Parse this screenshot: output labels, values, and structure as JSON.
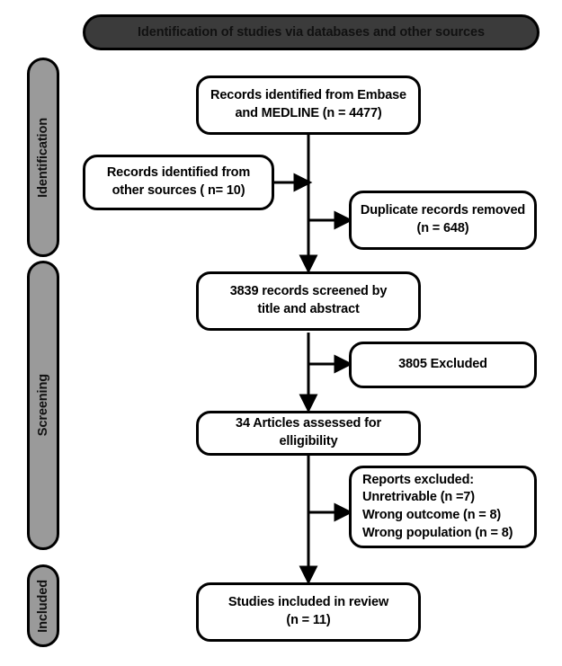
{
  "banner": {
    "label": "Identification of studies via databases and other sources",
    "bg_color": "#3b3b3b"
  },
  "stages": [
    {
      "label": "Identification"
    },
    {
      "label": "Screening"
    },
    {
      "label": "Included"
    }
  ],
  "stage_color": "#9a9a9a",
  "nodes": {
    "records_databases": {
      "line1": "Records identified from Embase",
      "line2": "and MEDLINE (n = 4477)"
    },
    "records_other": {
      "line1": "Records identified from",
      "line2": "other sources ( n= 10)"
    },
    "duplicates_removed": {
      "line1": "Duplicate records removed",
      "line2": "(n = 648)"
    },
    "records_screened": {
      "line1": "3839 records screened by",
      "line2": "title and abstract"
    },
    "excluded_screening": {
      "line1": "3805 Excluded"
    },
    "articles_assessed": {
      "line1": "34 Articles assessed for",
      "line2": "elligibility"
    },
    "reports_excluded": {
      "line1": "Reports excluded:",
      "line2": "Unretrivable (n =7)",
      "line3": "Wrong outcome (n = 8)",
      "line4": "Wrong population (n = 8)"
    },
    "studies_included": {
      "line1": "Studies included in review",
      "line2": "(n = 11)"
    }
  },
  "chart_data": {
    "type": "diagram",
    "title": "Identification of studies via databases and other sources",
    "diagram_kind": "PRISMA flow diagram",
    "stages": [
      "Identification",
      "Screening",
      "Included"
    ],
    "steps": [
      {
        "stage": "Identification",
        "label": "Records identified from Embase and MEDLINE",
        "n": 4477
      },
      {
        "stage": "Identification",
        "label": "Records identified from other sources",
        "n": 10
      },
      {
        "stage": "Identification",
        "label": "Duplicate records removed",
        "n": 648
      },
      {
        "stage": "Screening",
        "label": "records screened by title and abstract",
        "n": 3839
      },
      {
        "stage": "Screening",
        "label": "Excluded",
        "n": 3805
      },
      {
        "stage": "Screening",
        "label": "Articles assessed for elligibility",
        "n": 34
      },
      {
        "stage": "Screening",
        "label": "Reports excluded: Unretrivable",
        "n": 7
      },
      {
        "stage": "Screening",
        "label": "Reports excluded: Wrong outcome",
        "n": 8
      },
      {
        "stage": "Screening",
        "label": "Reports excluded: Wrong population",
        "n": 8
      },
      {
        "stage": "Included",
        "label": "Studies included in review",
        "n": 11
      }
    ]
  }
}
